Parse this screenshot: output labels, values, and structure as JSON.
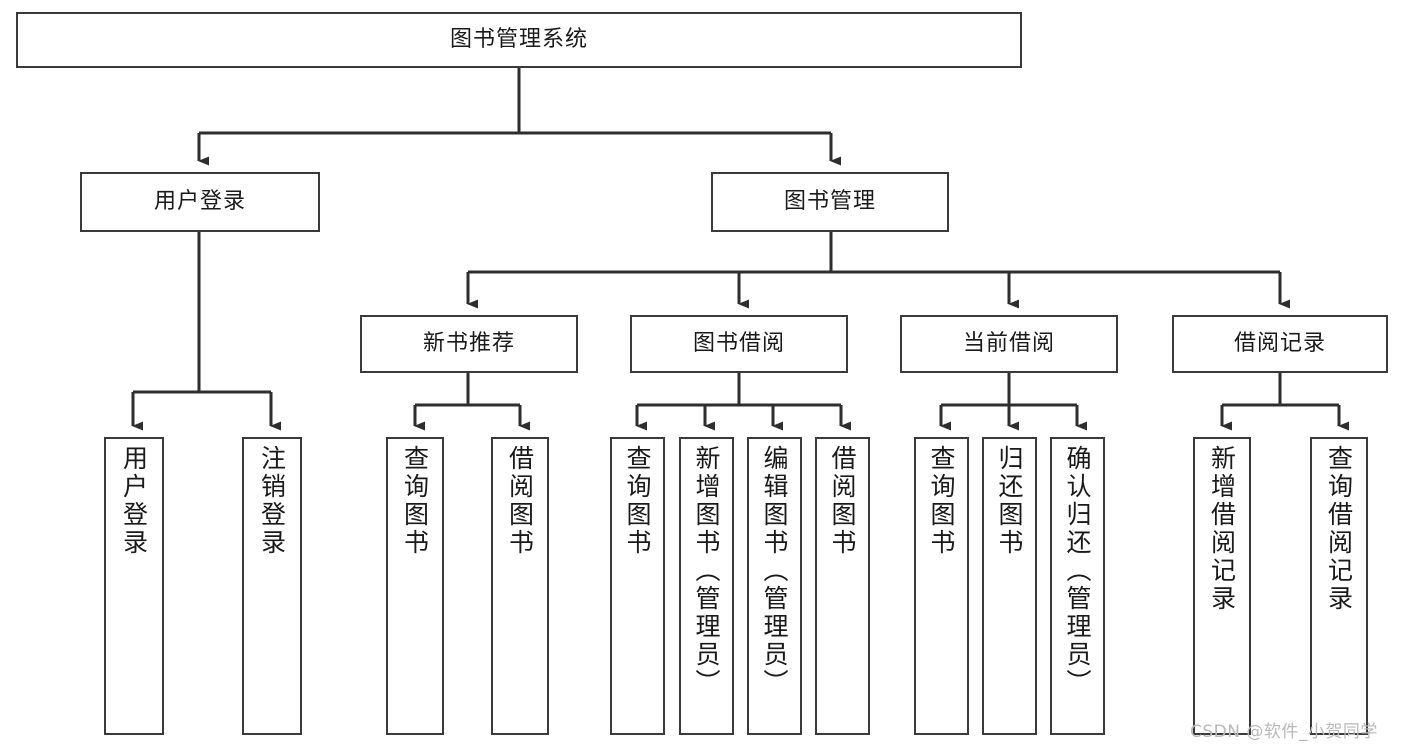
{
  "diagram": {
    "type": "hierarchy-tree",
    "title_node": {
      "label": "图书管理系统"
    },
    "level2": [
      {
        "label": "用户登录"
      },
      {
        "label": "图书管理"
      }
    ],
    "level3": [
      {
        "label": "新书推荐"
      },
      {
        "label": "图书借阅"
      },
      {
        "label": "当前借阅"
      },
      {
        "label": "借阅记录"
      }
    ],
    "leaves": {
      "user_login": [
        {
          "label": "用户登录"
        },
        {
          "label": "注销登录"
        }
      ],
      "new_book_recommend": [
        {
          "label": "查询图书"
        },
        {
          "label": "借阅图书"
        }
      ],
      "book_borrow": [
        {
          "label": "查询图书"
        },
        {
          "label": "新增图书（管理员）"
        },
        {
          "label": "编辑图书（管理员）"
        },
        {
          "label": "借阅图书"
        }
      ],
      "current_borrow": [
        {
          "label": "查询图书"
        },
        {
          "label": "归还图书"
        },
        {
          "label": "确认归还（管理员）"
        }
      ],
      "borrow_record": [
        {
          "label": "新增借阅记录"
        },
        {
          "label": "查询借阅记录"
        }
      ]
    }
  },
  "watermark": {
    "text": "CSDN @软件_小贺同学"
  },
  "colors": {
    "border": "#3a3a3a",
    "background": "#ffffff",
    "text": "#1a1a1a",
    "watermark": "#b9b9b9"
  }
}
